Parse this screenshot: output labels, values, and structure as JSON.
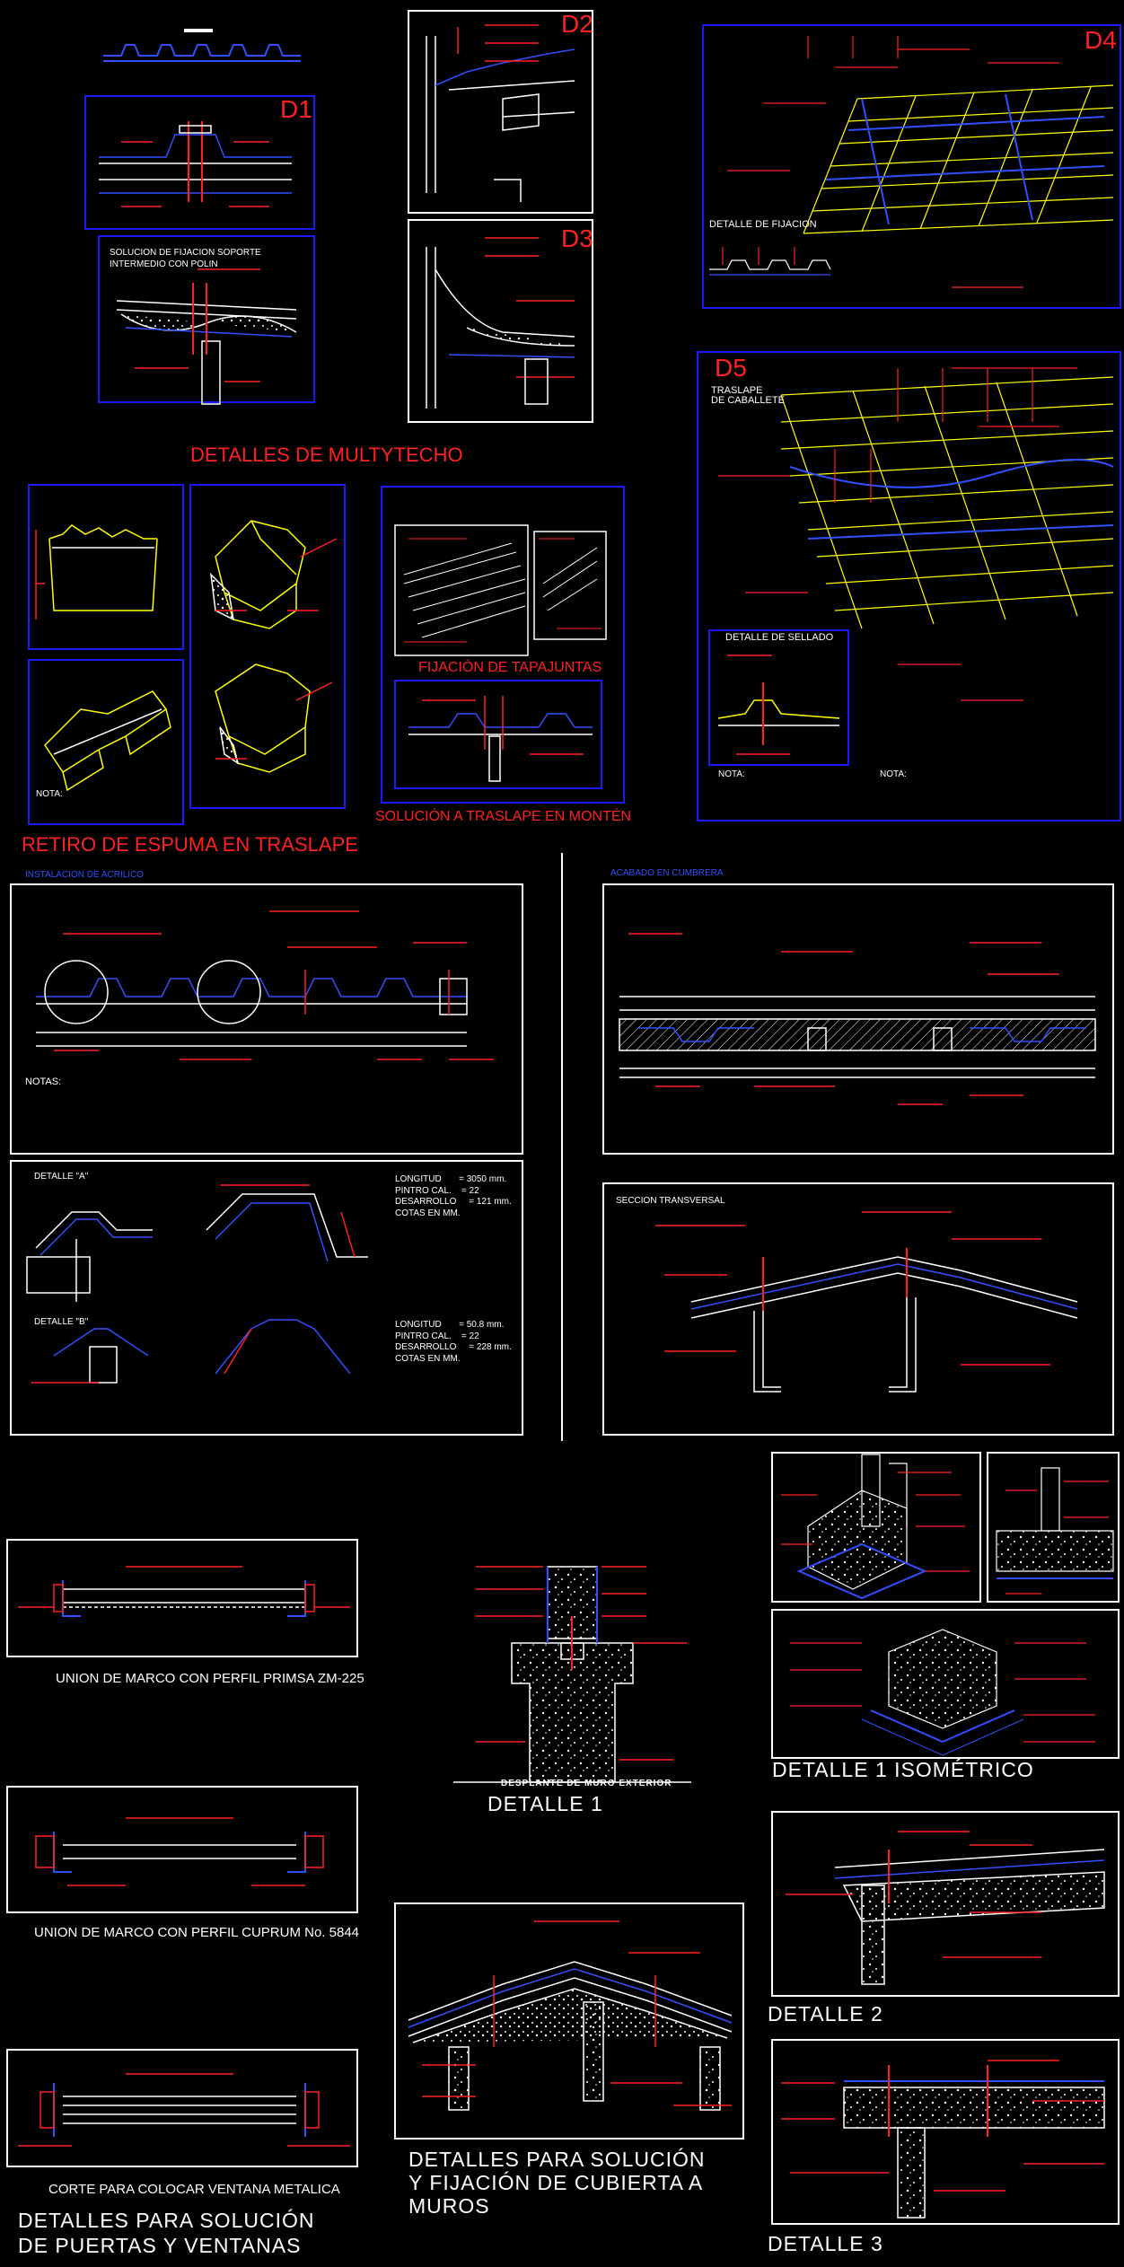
{
  "tags": {
    "d1": "D1",
    "d2": "D2",
    "d3": "D3",
    "d4": "D4",
    "d5": "D5"
  },
  "titles": {
    "multytecho": "DETALLES DE MULTYTECHO",
    "retiro": "RETIRO DE ESPUMA EN TRASLAPE",
    "fijacion_tapajuntas": "FIJACIÓN DE TAPAJUNTAS",
    "solucion_traslape": "SOLUCIÓN A TRASLAPE EN MONTÉN",
    "union_zm225": "UNION DE MARCO CON PERFIL PRIMSA ZM-225",
    "union_cuprum": "UNION DE MARCO CON PERFIL CUPRUM No. 5844",
    "corte_ventana": "CORTE PARA COLOCAR VENTANA METALICA",
    "puertas_line1": "DETALLES PARA SOLUCIÓN",
    "puertas_line2": "DE PUERTAS Y VENTANAS",
    "desplante": "DESPLANTE DE MURO EXTERIOR",
    "detalle1": "DETALLE 1",
    "detalle1_iso": "DETALLE 1 ISOMÉTRICO",
    "detalle2": "DETALLE 2",
    "detalle3": "DETALLE 3",
    "cubierta_line1": "DETALLES PARA SOLUCIÓN",
    "cubierta_line2": "Y FIJACIÓN DE CUBIERTA A",
    "cubierta_line3": "MUROS"
  },
  "notes": {
    "d5_traslape": "TRASLAPE\nDE CABALLETE",
    "detalle_fijacion": "DETALLE DE FIJACION",
    "detalle_sellado": "DETALLE DE SELLADO",
    "solucion_fijacion": "SOLUCION DE FIJACION SOPORTE\nINTERMEDIO CON POLIN",
    "nota": "NOTA:",
    "notas": "NOTAS:",
    "detalle_a": "DETALLE \"A\"",
    "detalle_b": "DETALLE \"B\"",
    "longitud_a": "LONGITUD       = 3050 mm.\nPINTRO CAL.    = 22\nDESARROLLO     = 121 mm.\nCOTAS EN MM.",
    "longitud_b": "LONGITUD       = 50.8 mm.\nPINTRO CAL.    = 22\nDESARROLLO     = 228 mm.\nCOTAS EN MM.",
    "seccion_transversal": "SECCION TRANSVERSAL",
    "instalacion_acrilico": "INSTALACION DE ACRILICO",
    "acabado_cumbrera": "ACABADO EN CUMBRERA"
  },
  "colors": {
    "background": "#000000",
    "frame_blue": "#1a1aff",
    "red": "#ff2020",
    "yellow": "#ffff00",
    "white": "#ffffff",
    "blue_line": "#3050ff"
  }
}
